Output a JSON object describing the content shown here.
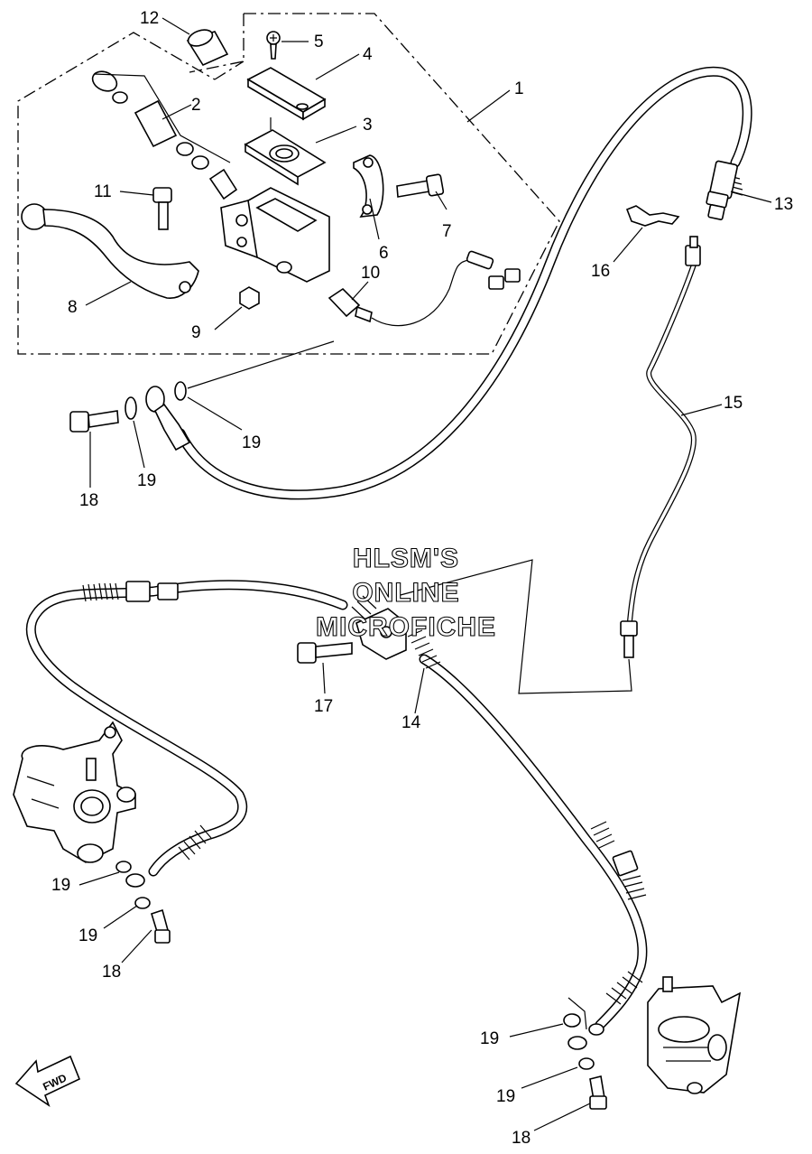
{
  "watermark": {
    "line1": "HLSM'S",
    "line2": "ONLINE",
    "line3": "MICROFICHE"
  },
  "fwd_label": "FWD",
  "callouts": [
    {
      "id": "c1",
      "text": "1"
    },
    {
      "id": "c2",
      "text": "2"
    },
    {
      "id": "c3",
      "text": "3"
    },
    {
      "id": "c4",
      "text": "4"
    },
    {
      "id": "c5",
      "text": "5"
    },
    {
      "id": "c6",
      "text": "6"
    },
    {
      "id": "c7",
      "text": "7"
    },
    {
      "id": "c8",
      "text": "8"
    },
    {
      "id": "c9",
      "text": "9"
    },
    {
      "id": "c10",
      "text": "10"
    },
    {
      "id": "c11",
      "text": "11"
    },
    {
      "id": "c12",
      "text": "12"
    },
    {
      "id": "c13",
      "text": "13"
    },
    {
      "id": "c14",
      "text": "14"
    },
    {
      "id": "c15",
      "text": "15"
    },
    {
      "id": "c16",
      "text": "16"
    },
    {
      "id": "c17",
      "text": "17"
    },
    {
      "id": "c18a",
      "text": "18"
    },
    {
      "id": "c19a",
      "text": "19"
    },
    {
      "id": "c19b",
      "text": "19"
    },
    {
      "id": "c19c",
      "text": "19"
    },
    {
      "id": "c19d",
      "text": "19"
    },
    {
      "id": "c18b",
      "text": "18"
    },
    {
      "id": "c19e",
      "text": "19"
    },
    {
      "id": "c19f",
      "text": "19"
    },
    {
      "id": "c18c",
      "text": "18"
    }
  ]
}
